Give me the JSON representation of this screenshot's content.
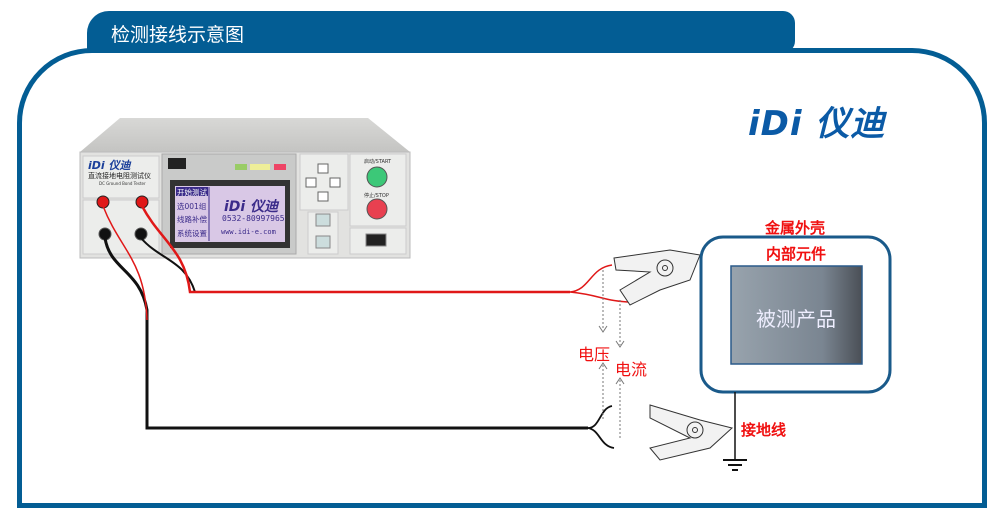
{
  "title": "检测接线示意图",
  "brand_logo": "iDi 仪迪",
  "device": {
    "logo": "iDi 仪迪",
    "name_cn": "直流接地电阻测试仪",
    "name_en": "DC Ground Bond Tester",
    "menu": [
      "开始测试",
      "选001组",
      "线路补偿",
      "系统设置"
    ],
    "screen_logo": "iDi 仪迪",
    "phone": "0532-80997965",
    "website": "www.idi-e.com",
    "start_label": "启动/START",
    "stop_label": "停止/STOP",
    "start_color": "#3cc878",
    "stop_color": "#e84050"
  },
  "labels": {
    "metal_shell": "金属外壳",
    "internal_parts": "内部元件",
    "product": "被测产品",
    "voltage": "电压",
    "current": "电流",
    "ground_wire": "接地线"
  },
  "colors": {
    "frame": "#035d94",
    "wire_red": "#e01818",
    "wire_black": "#111111"
  }
}
